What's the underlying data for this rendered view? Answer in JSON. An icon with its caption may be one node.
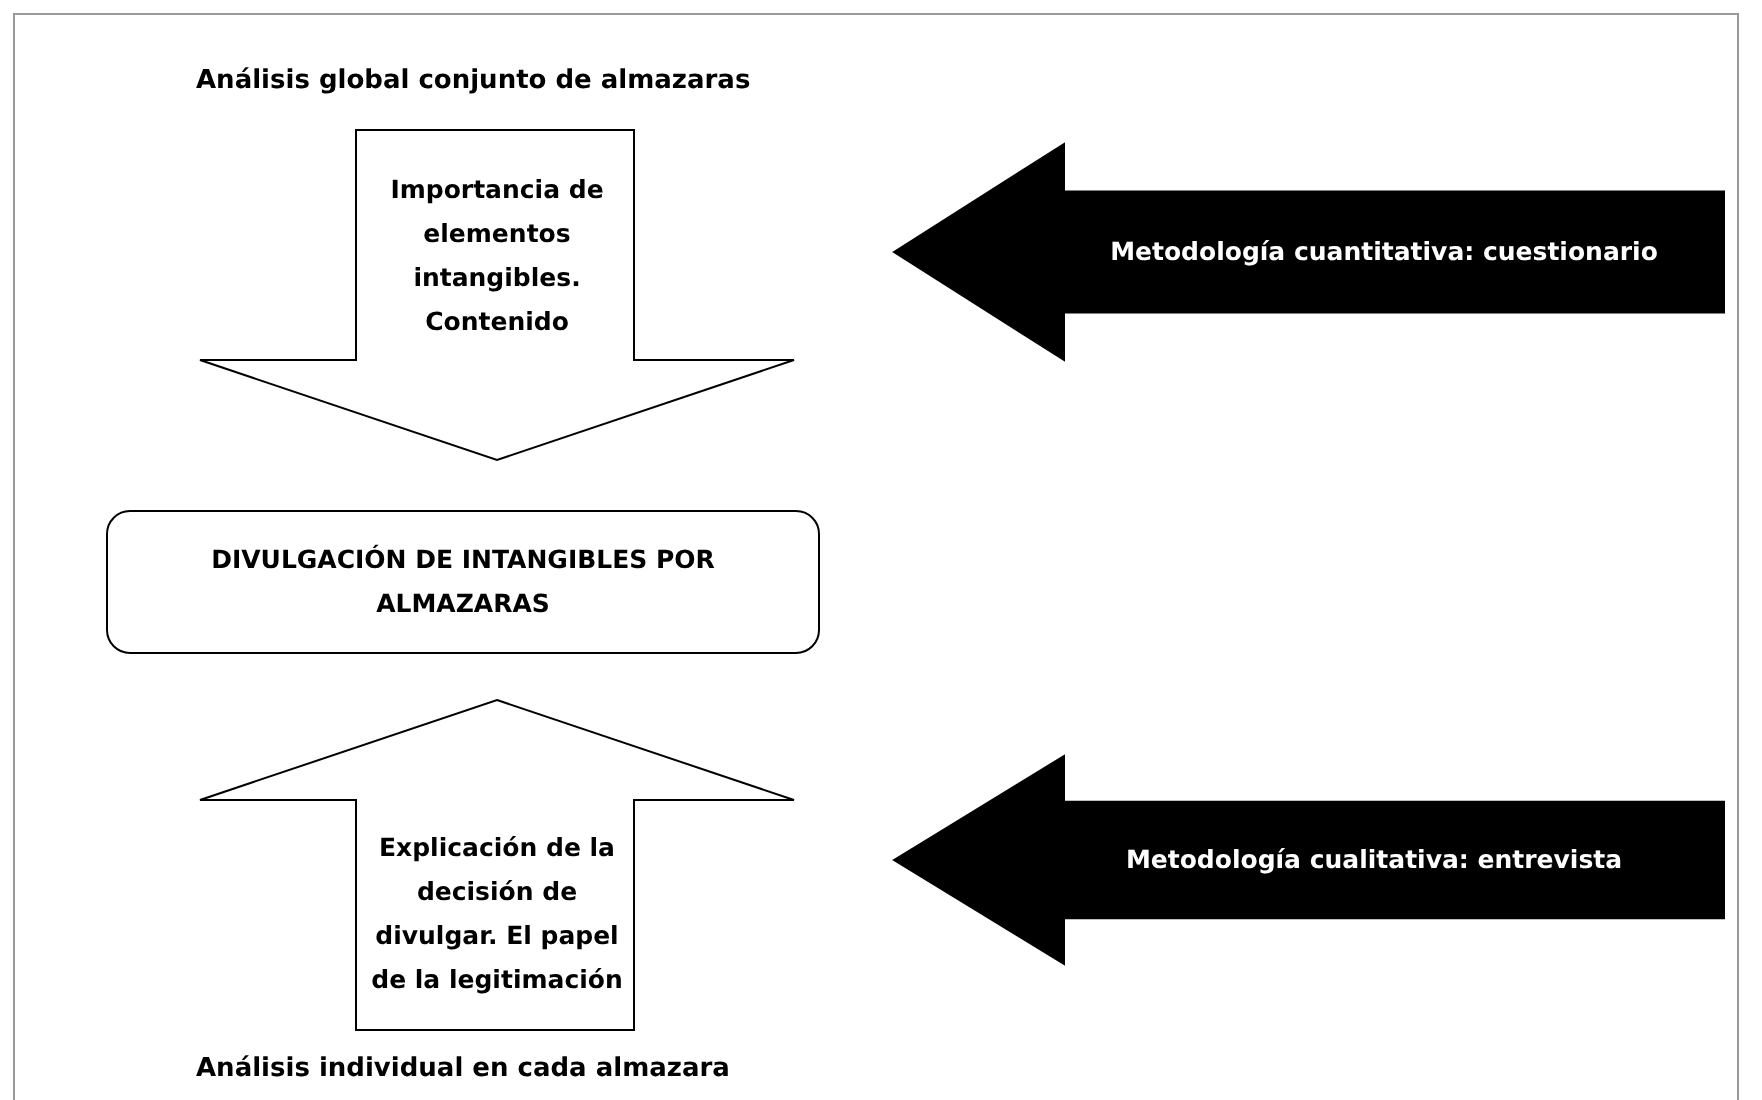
{
  "diagram": {
    "nodes": [
      {
        "text": [
          "Importancia de elementos intangibles. Contenido"
        ]
      },
      {
        "text": [
          "Metodología cuantitativa: cuestionario"
        ]
      },
      {
        "text": [
          "DIVULGACIÓN DE INTANGIBLES POR ALMAZARAS"
        ]
      },
      {
        "text": [
          "Explicación de la decisión de divulgar. El papel de la legitimación"
        ]
      },
      {
        "text": [
          "Metodología cualitativa: entrevista"
        ]
      }
    ],
    "labels": [
      "Análisis global conjunto de almazaras",
      "Análisis individual en cada almazara"
    ]
  }
}
